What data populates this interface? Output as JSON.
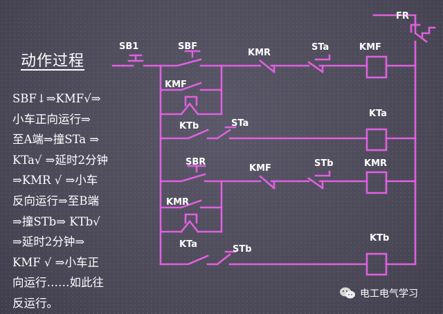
{
  "title": "动作过程",
  "description_lines": [
    "SBF↓⇒KMF√⇒",
    "小车正向运行⇒",
    "至A端⇒撞STa ⇒",
    "KTa√ ⇒延时2分钟",
    "⇒KMR √ ⇒小车",
    "反向运行⇒至B端",
    "⇒撞STb⇒ KTb√",
    "⇒延时2分钟⇒",
    "KMF √ ⇒小车正",
    "向运行……如此往",
    "反运行。"
  ],
  "labels": {
    "fr": "FR",
    "sb1": "SB1",
    "sbf": "SBF",
    "kmr_top": "KMR",
    "sta_top": "STa",
    "kmf_coil": "KMF",
    "kmf_hold": "KMF",
    "ktb_r2": "KTb",
    "sta_r2": "STa",
    "kta_coil": "KTa",
    "sbr": "SBR",
    "kmf_r3": "KMF",
    "stb_r3": "STb",
    "kmr_coil": "KMR",
    "kmr_hold": "KMR",
    "kta_r4": "KTa",
    "stb_r4": "STb",
    "ktb_coil": "KTb"
  },
  "watermark": "电工电气学习",
  "colors": {
    "wire": "#e060e0",
    "text": "#ffffff",
    "background": "#4e4c5a"
  },
  "icons": {
    "watermark": "wechat-icon"
  }
}
